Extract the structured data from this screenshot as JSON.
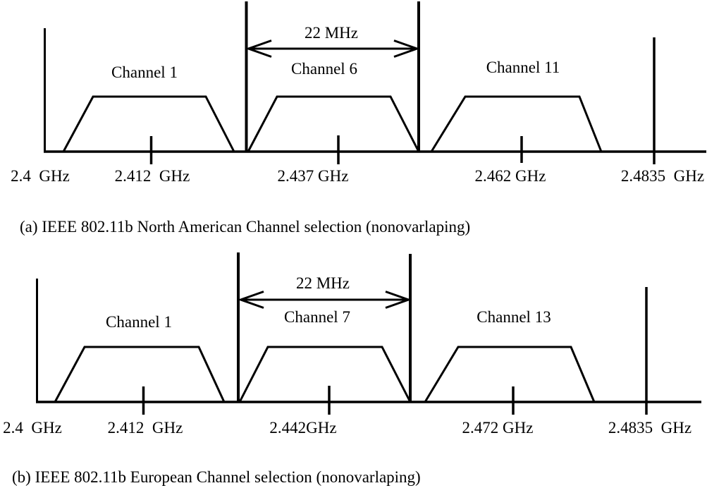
{
  "figure": {
    "colors": {
      "background": "#ffffff",
      "line": "#000000",
      "text": "#000000"
    },
    "diagrams": [
      {
        "caption": "(a) IEEE 802.11b North American Channel selection (nonovarlaping)",
        "bandwidth_label": "22 MHz",
        "axis": {
          "start_label": "2.4  GHz",
          "end_label": "2.4835  GHz"
        },
        "channels": [
          {
            "name": "Channel 1",
            "center_frequency": "2.412  GHz"
          },
          {
            "name": "Channel 6",
            "center_frequency": "2.437 GHz"
          },
          {
            "name": "Channel 11",
            "center_frequency": "2.462 GHz"
          }
        ]
      },
      {
        "caption": "(b) IEEE 802.11b European Channel selection (nonovarlaping)",
        "bandwidth_label": "22 MHz",
        "axis": {
          "start_label": "2.4  GHz",
          "end_label": "2.4835  GHz"
        },
        "channels": [
          {
            "name": "Channel 1",
            "center_frequency": "2.412  GHz"
          },
          {
            "name": "Channel 7",
            "center_frequency": "2.442GHz"
          },
          {
            "name": "Channel 13",
            "center_frequency": "2.472 GHz"
          }
        ]
      }
    ]
  }
}
